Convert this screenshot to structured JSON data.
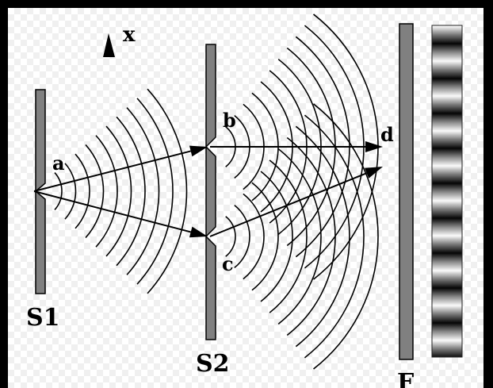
{
  "labels": {
    "axis": "x",
    "a": "a",
    "b": "b",
    "c": "c",
    "d": "d",
    "s1": "S1",
    "s2": "S2",
    "screen": "F"
  },
  "colors": {
    "barrier": "#808080",
    "wave": "#000000",
    "frame": "#000000"
  }
}
